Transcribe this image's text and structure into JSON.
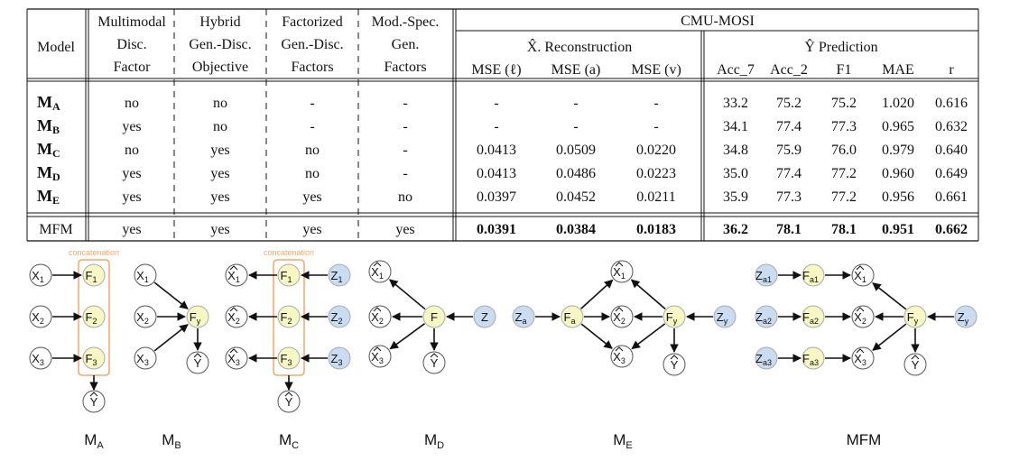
{
  "table": {
    "header": {
      "model": "Model",
      "col1": [
        "Multimodal",
        "Disc.",
        "Factor"
      ],
      "col2": [
        "Hybrid",
        "Gen.-Disc.",
        "Objective"
      ],
      "col3": [
        "Factorized",
        "Gen.-Disc.",
        "Factors"
      ],
      "col4": [
        "Mod.-Spec.",
        "Gen.",
        "Factors"
      ],
      "dataset": "CMU-MOSI",
      "recon_group": "X̂. Reconstruction",
      "pred_group": "Ŷ Prediction",
      "metrics": [
        "MSE (ℓ)",
        "MSE (a)",
        "MSE (v)",
        "Acc_7",
        "Acc_2",
        "F1",
        "MAE",
        "r"
      ]
    },
    "rows": [
      {
        "model": "M",
        "sub": "A",
        "c1": "no",
        "c2": "no",
        "c3": "-",
        "c4": "-",
        "vals": [
          "-",
          "-",
          "-",
          "33.2",
          "75.2",
          "75.2",
          "1.020",
          "0.616"
        ]
      },
      {
        "model": "M",
        "sub": "B",
        "c1": "yes",
        "c2": "no",
        "c3": "-",
        "c4": "-",
        "vals": [
          "-",
          "-",
          "-",
          "34.1",
          "77.4",
          "77.3",
          "0.965",
          "0.632"
        ]
      },
      {
        "model": "M",
        "sub": "C",
        "c1": "no",
        "c2": "yes",
        "c3": "no",
        "c4": "-",
        "vals": [
          "0.0413",
          "0.0509",
          "0.0220",
          "34.8",
          "75.9",
          "76.0",
          "0.979",
          "0.640"
        ]
      },
      {
        "model": "M",
        "sub": "D",
        "c1": "yes",
        "c2": "yes",
        "c3": "no",
        "c4": "-",
        "vals": [
          "0.0413",
          "0.0486",
          "0.0223",
          "35.0",
          "77.4",
          "77.2",
          "0.960",
          "0.649"
        ]
      },
      {
        "model": "M",
        "sub": "E",
        "c1": "yes",
        "c2": "yes",
        "c3": "yes",
        "c4": "no",
        "vals": [
          "0.0397",
          "0.0452",
          "0.0211",
          "35.9",
          "77.3",
          "77.2",
          "0.956",
          "0.661"
        ]
      }
    ],
    "final_row": {
      "model": "MFM",
      "c1": "yes",
      "c2": "yes",
      "c3": "yes",
      "c4": "yes",
      "vals": [
        "0.0391",
        "0.0384",
        "0.0183",
        "36.2",
        "78.1",
        "78.1",
        "0.951",
        "0.662"
      ]
    }
  },
  "diagrams": {
    "concat_label": "concatenation",
    "captions": [
      {
        "main": "M",
        "sub": "A"
      },
      {
        "main": "M",
        "sub": "B"
      },
      {
        "main": "M",
        "sub": "C"
      },
      {
        "main": "M",
        "sub": "D"
      },
      {
        "main": "M",
        "sub": "E"
      },
      {
        "main": "MFM",
        "sub": ""
      }
    ]
  },
  "colors": {
    "yellow_node": "#f7f7c4",
    "blue_node": "#c9dcf2",
    "concat_box": "#f0a868",
    "text": "#111111"
  }
}
